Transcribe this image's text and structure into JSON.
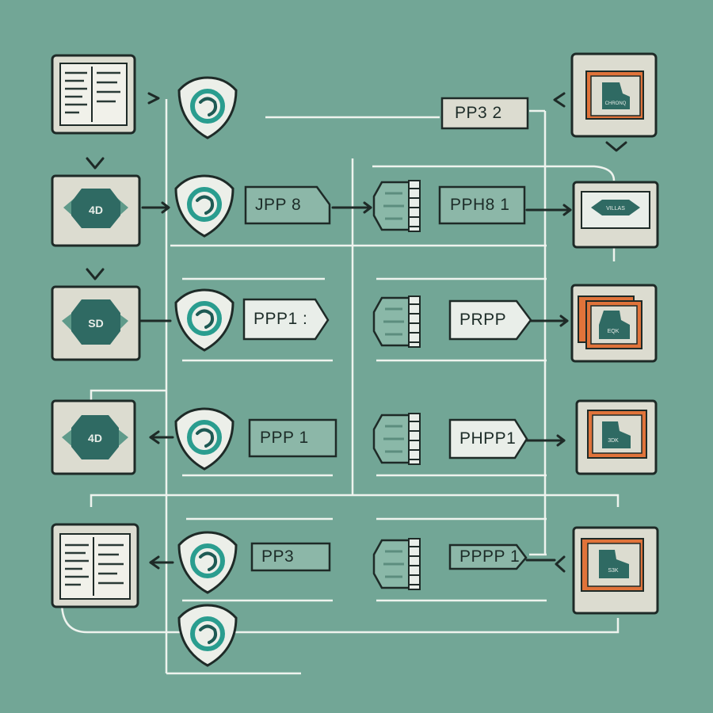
{
  "diagram": {
    "background": "#72a696",
    "colors": {
      "card": "#dcdcd0",
      "badge": "#2f6a63",
      "shield_ring": "#2a9d8f",
      "orange": "#e0733a",
      "line": "#eef3ee",
      "outline": "#1e2a27"
    },
    "labels": {
      "top_right": "PP3 2",
      "row2_mid": "JPP 8",
      "row2_right": "PPH8 1",
      "row3_mid": "PPP1 :",
      "row3_right": "PRPP",
      "row4_mid": "PPP 1",
      "row4_right": "PHPP1",
      "row5_mid": "PP3",
      "row5_right": "PPPP 1"
    },
    "badge_text": {
      "row2": "4D",
      "row3": "SD",
      "row4": "4D"
    },
    "folder_text": {
      "row1": "CHRONQ",
      "row2": "VILLAS",
      "row3": "EQK",
      "row4": "3DK",
      "row5": "S3K"
    }
  }
}
